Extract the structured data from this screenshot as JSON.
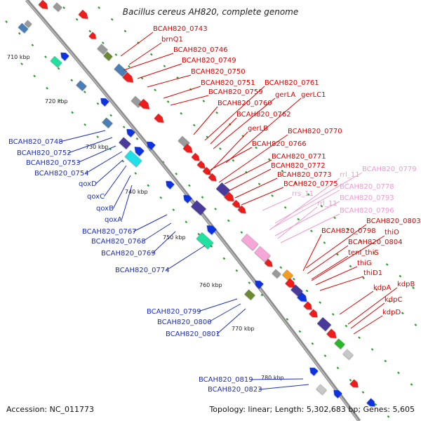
{
  "title": "Bacillus cereus AH820, complete genome",
  "footer": {
    "accession": "Accession: NC_011773",
    "topology": "Topology: linear; Length: 5,302,683 bp; Genes: 5,605"
  },
  "colors": {
    "backbone": "#8c8c8c",
    "forward_label": "#e00000",
    "reverse_label": "#1f2fb8",
    "rna_label": "#f29ad0",
    "tick": "#2a9d2a"
  },
  "scale_ticks": [
    "710 kbp",
    "720 kbp",
    "730 kbp",
    "740 kbp",
    "750 kbp",
    "760 kbp",
    "770 kbp",
    "780 kbp"
  ],
  "right_labels": [
    {
      "text": "BCAH820_0743",
      "type": "fwd"
    },
    {
      "text": "brnQ1",
      "type": "fwd"
    },
    {
      "text": "BCAH820_0746",
      "type": "fwd"
    },
    {
      "text": "BCAH820_0749",
      "type": "fwd"
    },
    {
      "text": "BCAH820_0750",
      "type": "fwd"
    },
    {
      "text": "BCAH820_0751",
      "type": "fwd"
    },
    {
      "text": "BCAH820_0761",
      "type": "fwd"
    },
    {
      "text": "BCAH820_0759",
      "type": "fwd"
    },
    {
      "text": "gerLA",
      "type": "fwd"
    },
    {
      "text": "gerLC1",
      "type": "fwd"
    },
    {
      "text": "BCAH820_0760",
      "type": "fwd"
    },
    {
      "text": "BCAH820_0762",
      "type": "fwd"
    },
    {
      "text": "gerLB",
      "type": "fwd"
    },
    {
      "text": "BCAH820_0770",
      "type": "fwd"
    },
    {
      "text": "BCAH820_0766",
      "type": "fwd"
    },
    {
      "text": "BCAH820_0771",
      "type": "fwd"
    },
    {
      "text": "BCAH820_0772",
      "type": "fwd"
    },
    {
      "text": "BCAH820_0773",
      "type": "fwd"
    },
    {
      "text": "rrl_11",
      "type": "rna"
    },
    {
      "text": "BCAH820_0779",
      "type": "rna"
    },
    {
      "text": "BCAH820_0775",
      "type": "fwd"
    },
    {
      "text": "rrs_11",
      "type": "rna"
    },
    {
      "text": "BCAH820_0778",
      "type": "rna"
    },
    {
      "text": "BCAH820_0793",
      "type": "rna"
    },
    {
      "text": "rrl_11",
      "type": "rna"
    },
    {
      "text": "BCAH820_0796",
      "type": "rna"
    },
    {
      "text": "BCAH820_0803",
      "type": "fwd"
    },
    {
      "text": "BCAH820_0798",
      "type": "fwd"
    },
    {
      "text": "thiO",
      "type": "fwd"
    },
    {
      "text": "BCAH820_0804",
      "type": "fwd"
    },
    {
      "text": "tenI_thiS",
      "type": "fwd"
    },
    {
      "text": "thiG",
      "type": "fwd"
    },
    {
      "text": "thiD1",
      "type": "fwd"
    },
    {
      "text": "kdpA",
      "type": "fwd"
    },
    {
      "text": "kdpB",
      "type": "fwd"
    },
    {
      "text": "kdpC",
      "type": "fwd"
    },
    {
      "text": "kdpD",
      "type": "fwd"
    }
  ],
  "left_labels": [
    {
      "text": "BCAH820_0748"
    },
    {
      "text": "BCAH820_0752"
    },
    {
      "text": "BCAH820_0753"
    },
    {
      "text": "BCAH820_0754"
    },
    {
      "text": "qoxD"
    },
    {
      "text": "qoxC"
    },
    {
      "text": "qoxB"
    },
    {
      "text": "qoxA"
    },
    {
      "text": "BCAH820_0767"
    },
    {
      "text": "BCAH820_0768"
    },
    {
      "text": "BCAH820_0769"
    },
    {
      "text": "BCAH820_0774"
    },
    {
      "text": "BCAH820_0799"
    },
    {
      "text": "BCAH820_0800"
    },
    {
      "text": "BCAH820_0801"
    },
    {
      "text": "BCAH820_0819"
    },
    {
      "text": "BCAH820_0823"
    }
  ]
}
